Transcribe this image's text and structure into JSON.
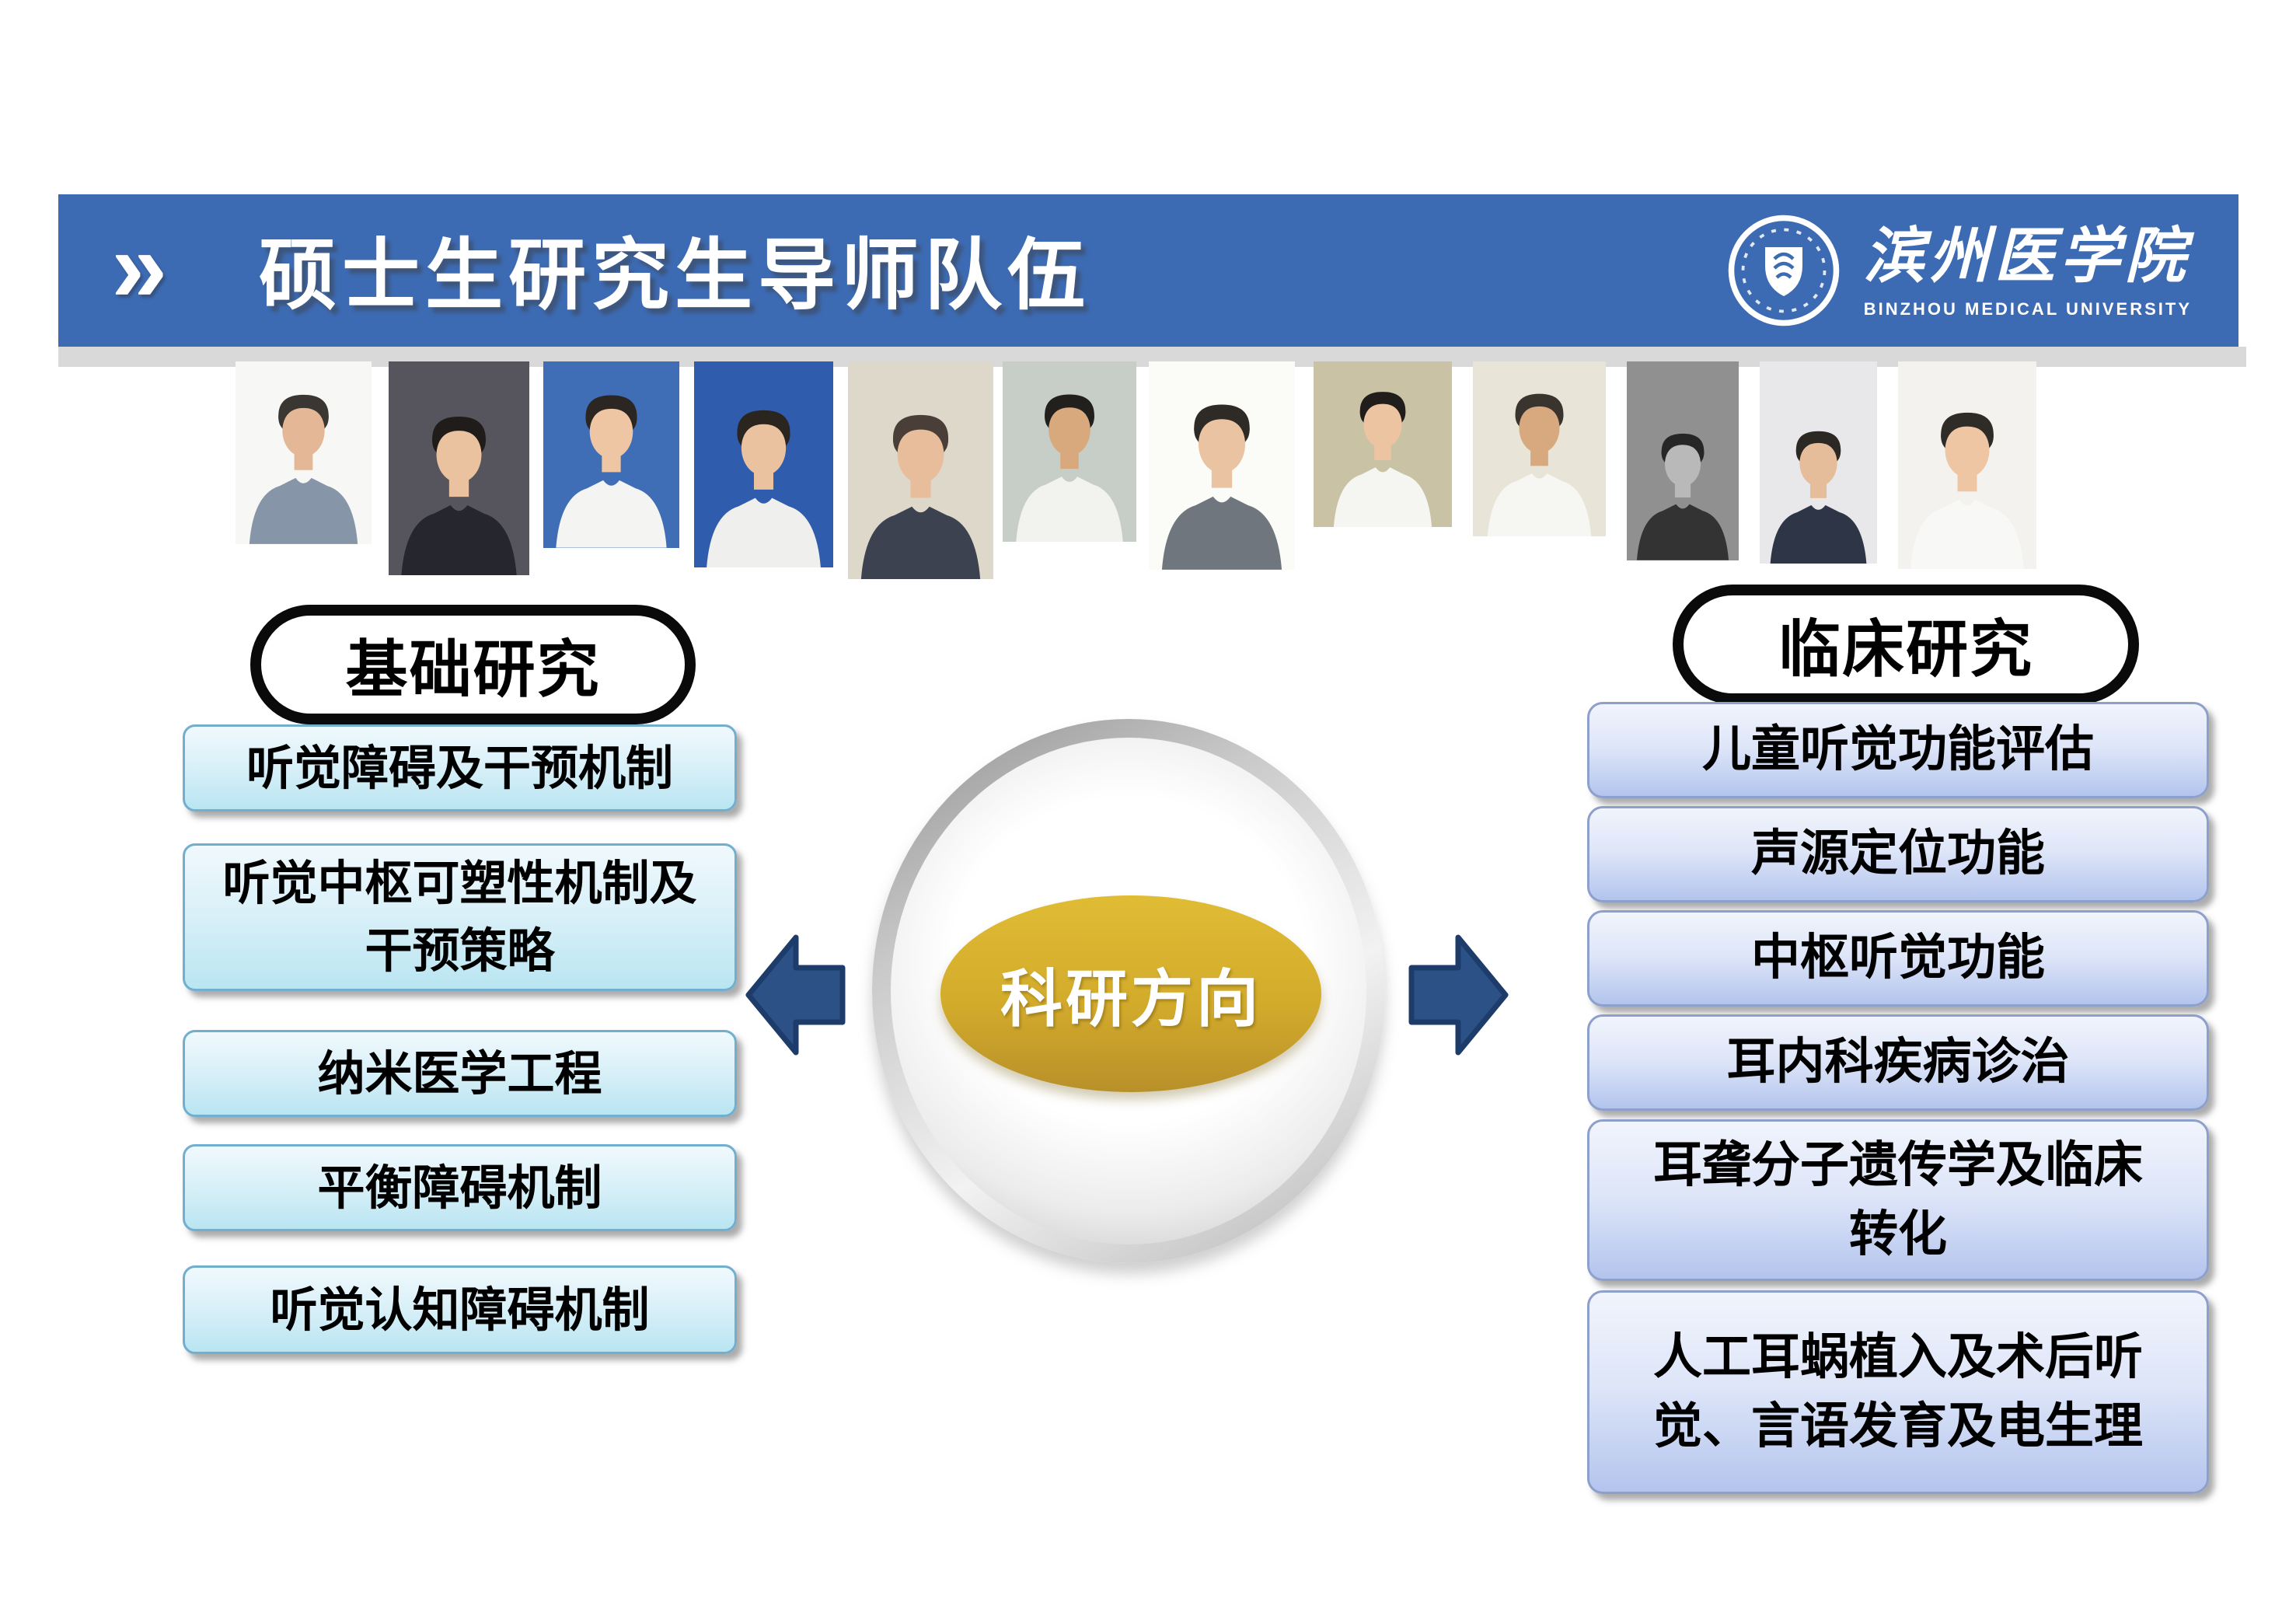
{
  "header": {
    "chevron": "»",
    "title": "硕士生研究生导师队伍",
    "banner_color": "#3d6bb3",
    "strip_color": "#d9d9d9",
    "logo_cn": "滨州医学院",
    "logo_en": "BINZHOU MEDICAL UNIVERSITY"
  },
  "basic": {
    "title": "基础研究",
    "boxes": [
      "听觉障碍及干预机制",
      "听觉中枢可塑性机制及干预策略",
      "纳米医学工程",
      "平衡障碍机制",
      "听觉认知障碍机制"
    ]
  },
  "clinical": {
    "title": "临床研究",
    "boxes": [
      "儿童听觉功能评估",
      "声源定位功能",
      "中枢听觉功能",
      "耳内科疾病诊治",
      "耳聋分子遗传学及临床转化",
      "人工耳蜗植入及术后听觉、言语发育及电生理"
    ]
  },
  "center": {
    "label": "科研方向"
  },
  "colors": {
    "gold_top": "#e0bc35",
    "gold_mid": "#d3ab2b",
    "gold_bottom": "#b8902a",
    "arrow_fill": "#2b5186",
    "arrow_stroke": "#1d3c69",
    "left_box_top": "#f0f9fd",
    "left_box_bottom": "#b9e5f2",
    "left_box_border": "#72aecd",
    "right_box_top": "#f1f4fc",
    "right_box_bottom": "#b3c4ed",
    "right_box_border": "#8d9fcb"
  },
  "photos": [
    {
      "bg": "#f7f7f5",
      "hair": "#3a3632",
      "skin": "#e4b896",
      "suit": "#8795a8"
    },
    {
      "bg": "#56555e",
      "hair": "#1f1c1a",
      "skin": "#eac2a0",
      "suit": "#26262e"
    },
    {
      "bg": "#3f6db6",
      "hair": "#2b2622",
      "skin": "#efc6a4",
      "suit": "#f4f4f2"
    },
    {
      "bg": "#2f5cad",
      "hair": "#2b2520",
      "skin": "#eac2a0",
      "suit": "#efefed"
    },
    {
      "bg": "#ded8cb",
      "hair": "#4a3f38",
      "skin": "#e8bd9c",
      "suit": "#3c4250"
    },
    {
      "bg": "#c7cdc7",
      "hair": "#22201c",
      "skin": "#d9a97e",
      "suit": "#f2f2ee"
    },
    {
      "bg": "#fbfbf8",
      "hair": "#2e2a26",
      "skin": "#e9c3a2",
      "suit": "#70767e"
    },
    {
      "bg": "#c9c2a4",
      "hair": "#201d1a",
      "skin": "#ecc4a2",
      "suit": "#f5f5f2"
    },
    {
      "bg": "#e8e5d8",
      "hair": "#3a342e",
      "skin": "#d8a97f",
      "suit": "#f6f6f2"
    },
    {
      "bg": "#909090",
      "hair": "#262626",
      "skin": "#b9b9b9",
      "suit": "#333333"
    },
    {
      "bg": "#e8e8ea",
      "hair": "#2c2824",
      "skin": "#e6bd9a",
      "suit": "#2d3546"
    },
    {
      "bg": "#f3f2ef",
      "hair": "#2f2b27",
      "skin": "#eec6a4",
      "suit": "#f8f8f6"
    }
  ]
}
